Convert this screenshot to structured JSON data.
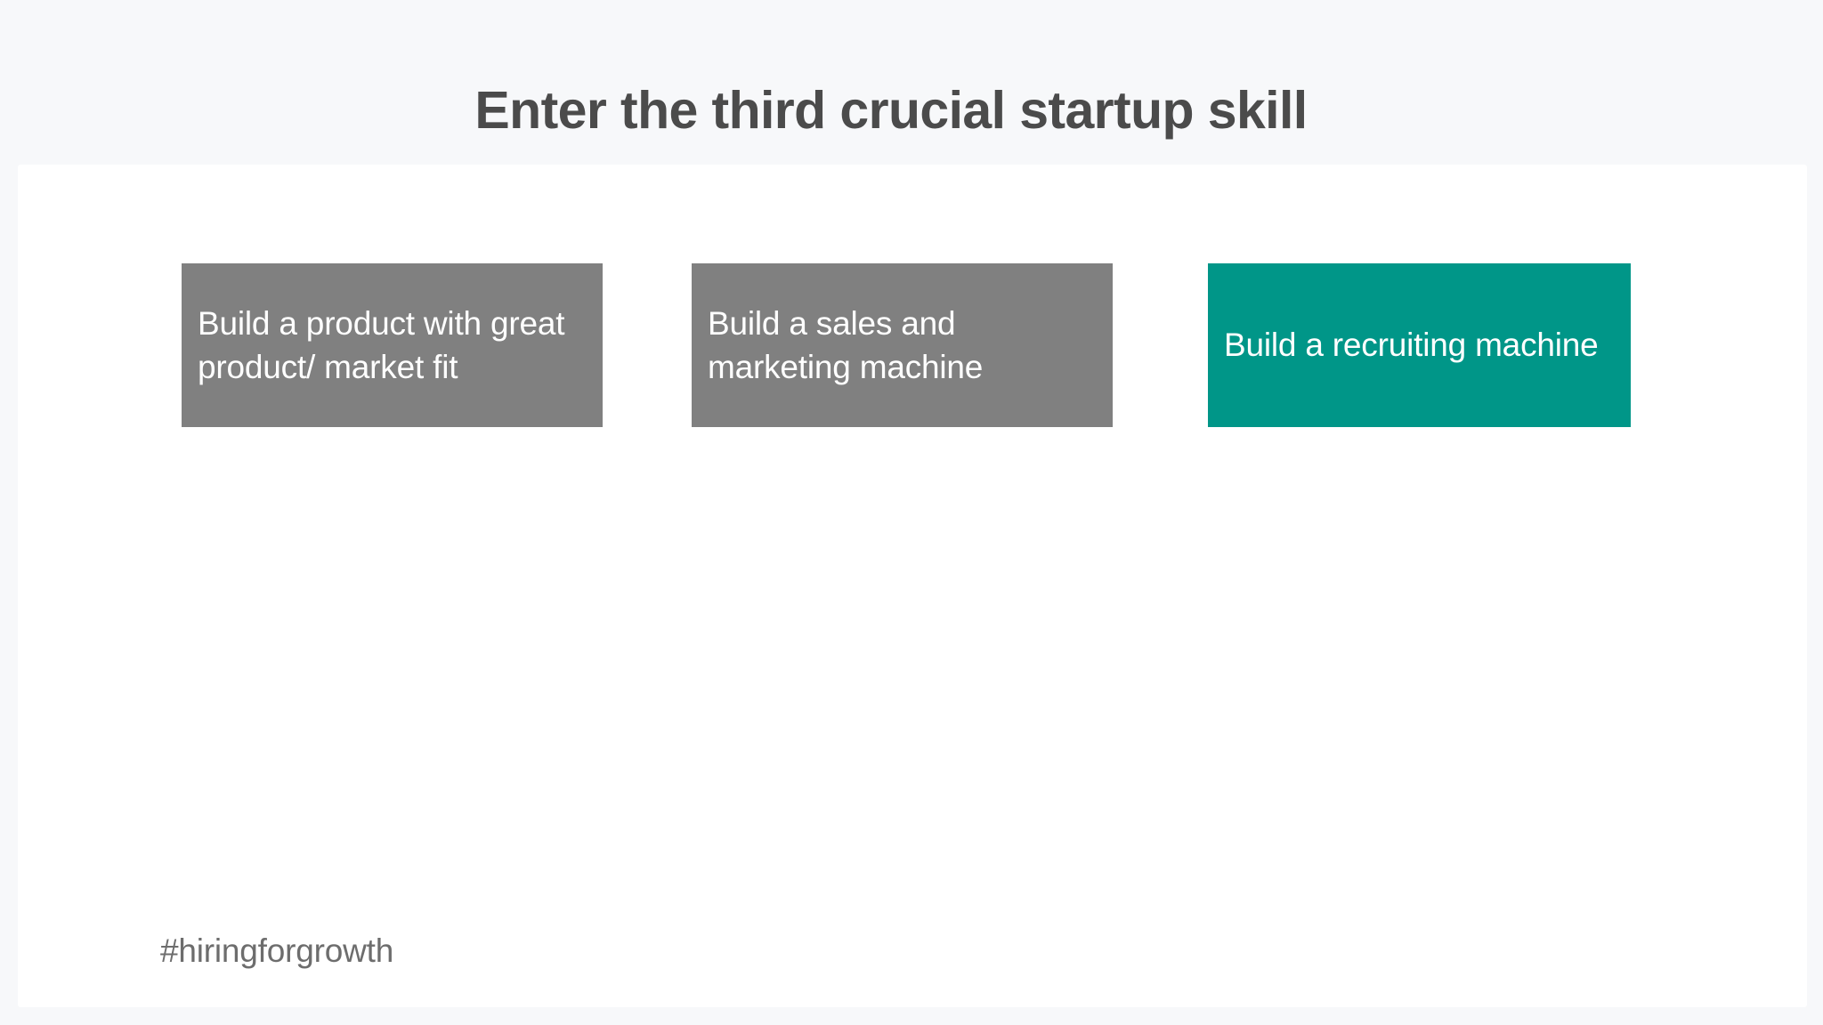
{
  "header": {
    "title": "Enter the third crucial startup skill",
    "title_color": "#4b4b4b",
    "band_color": "#f7f8fa"
  },
  "card": {
    "background_color": "#ffffff"
  },
  "skills": {
    "items": [
      {
        "label": "Build a product with great product/ market fit",
        "color": "#808080",
        "state": "inactive"
      },
      {
        "label": "Build a sales and marketing machine",
        "color": "#808080",
        "state": "inactive"
      },
      {
        "label": "Build a recruiting machine",
        "color": "#009688",
        "state": "highlighted"
      }
    ]
  },
  "footer": {
    "hashtag": "#hiringforgrowth",
    "color": "#6d6d6d"
  }
}
